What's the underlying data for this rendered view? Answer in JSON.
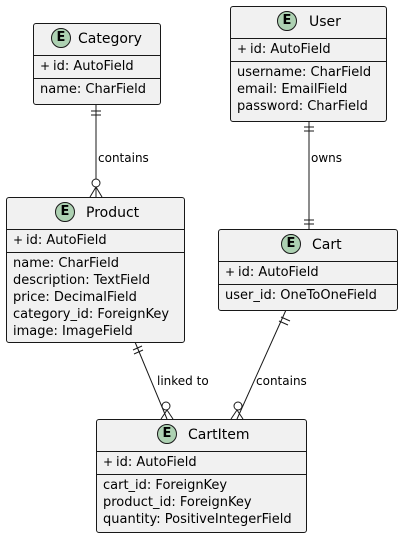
{
  "entities": {
    "category": {
      "badge": "E",
      "name": "Category",
      "key": {
        "marker": "+",
        "text": "id: AutoField"
      },
      "fields": [
        "name: CharField"
      ]
    },
    "user": {
      "badge": "E",
      "name": "User",
      "key": {
        "marker": "+",
        "text": "id: AutoField"
      },
      "fields": [
        "username: CharField",
        "email: EmailField",
        "password: CharField"
      ]
    },
    "product": {
      "badge": "E",
      "name": "Product",
      "key": {
        "marker": "+",
        "text": "id: AutoField"
      },
      "fields": [
        "name: CharField",
        "description: TextField",
        "price: DecimalField",
        "category_id: ForeignKey",
        "image: ImageField"
      ]
    },
    "cart": {
      "badge": "E",
      "name": "Cart",
      "key": {
        "marker": "+",
        "text": "id: AutoField"
      },
      "fields": [
        "user_id: OneToOneField"
      ]
    },
    "cartitem": {
      "badge": "E",
      "name": "CartItem",
      "key": {
        "marker": "+",
        "text": "id: AutoField"
      },
      "fields": [
        "cart_id: ForeignKey",
        "product_id: ForeignKey",
        "quantity: PositiveIntegerField"
      ]
    }
  },
  "relations": {
    "category_product": {
      "label": "contains",
      "from": "one",
      "to": "zero-or-many"
    },
    "user_cart": {
      "label": "owns",
      "from": "one",
      "to": "one"
    },
    "product_cartitem": {
      "label": "linked to",
      "from": "one",
      "to": "zero-or-many"
    },
    "cart_cartitem": {
      "label": "contains",
      "from": "one",
      "to": "zero-or-many"
    }
  },
  "colors": {
    "entity_bg": "#f1f1f1",
    "badge_bg": "#add1b2",
    "line": "#181818"
  }
}
